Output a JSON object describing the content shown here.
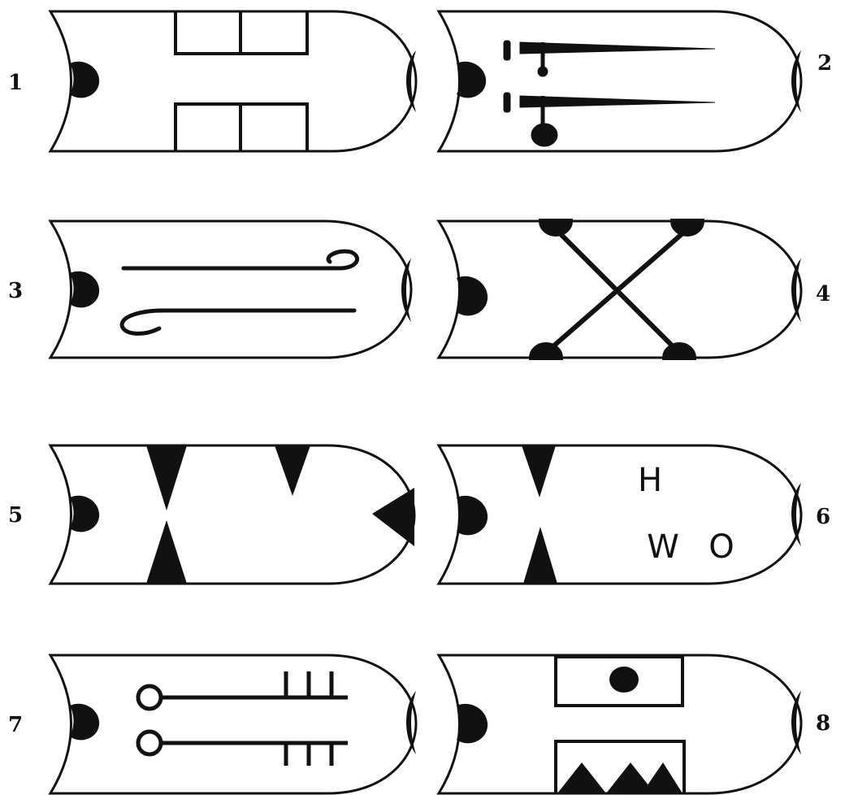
{
  "figures": [
    {
      "number": "1",
      "mark": "double-rectangle-blocks",
      "ink": "#111111"
    },
    {
      "number": "2",
      "mark": "two-swords",
      "ink": "#111111"
    },
    {
      "number": "3",
      "mark": "two-crooks",
      "ink": "#111111"
    },
    {
      "number": "4",
      "mark": "saltire",
      "ink": "#111111"
    },
    {
      "number": "5",
      "mark": "triangle-notches",
      "ink": "#111111"
    },
    {
      "number": "6",
      "mark": "letters-h-w-o",
      "letters": [
        "H",
        "W",
        "O"
      ],
      "ink": "#111111"
    },
    {
      "number": "7",
      "mark": "two-keys",
      "ink": "#111111"
    },
    {
      "number": "8",
      "mark": "box-with-dot-and-sawteeth",
      "ink": "#111111"
    }
  ],
  "colors": {
    "ink": "#111111",
    "paper": "#ffffff"
  }
}
